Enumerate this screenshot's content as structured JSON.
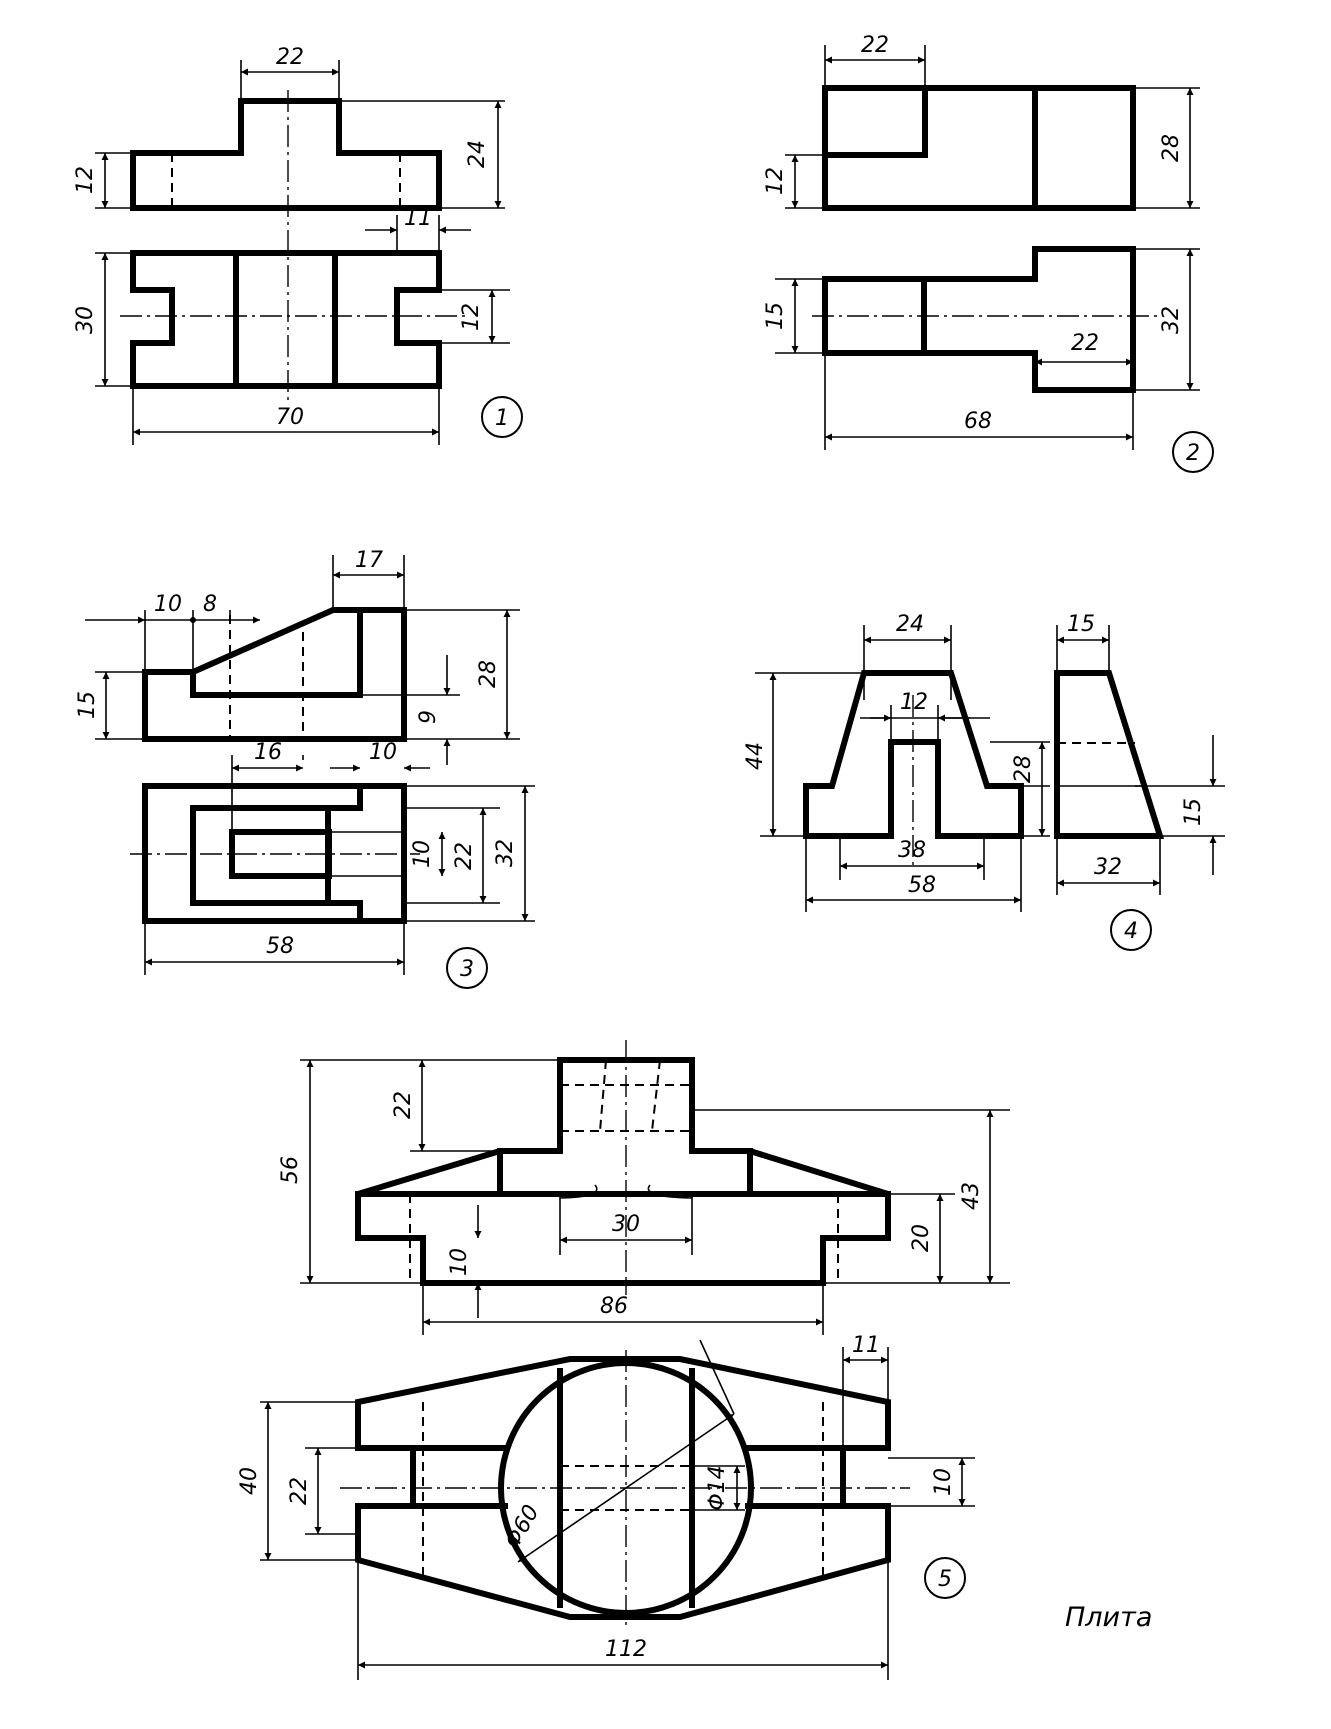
{
  "caption": "Плита",
  "views": [
    {
      "label": "1",
      "dims": [
        "22",
        "24",
        "12",
        "11",
        "30",
        "12",
        "70"
      ]
    },
    {
      "label": "2",
      "dims": [
        "22",
        "12",
        "28",
        "15",
        "22",
        "32",
        "68"
      ]
    },
    {
      "label": "3",
      "dims": [
        "17",
        "10",
        "8",
        "15",
        "28",
        "9",
        "16",
        "10",
        "10",
        "22",
        "32",
        "58"
      ]
    },
    {
      "label": "4",
      "dims": [
        "24",
        "12",
        "44",
        "28",
        "38",
        "58",
        "15",
        "15",
        "32"
      ]
    },
    {
      "label": "5",
      "dims": [
        "22",
        "56",
        "43",
        "20",
        "30",
        "10",
        "86",
        "11",
        "40",
        "22",
        "Φ60",
        "Φ14",
        "10",
        "112"
      ]
    }
  ]
}
